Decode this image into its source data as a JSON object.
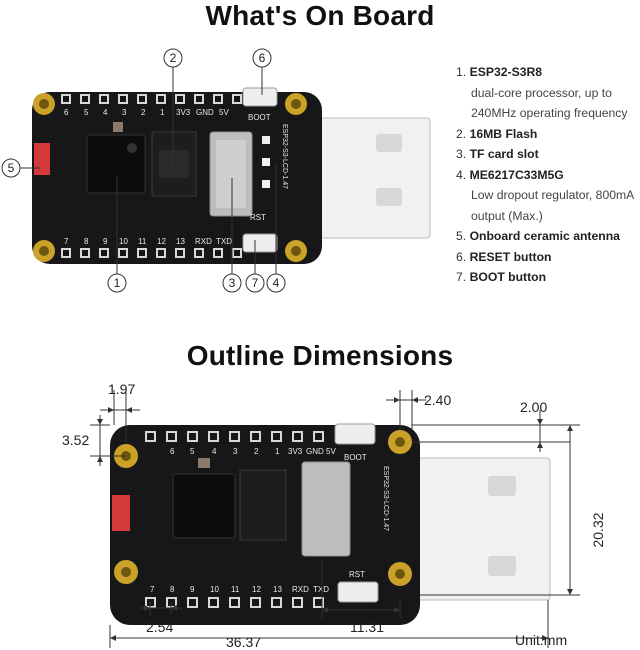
{
  "section1": {
    "title": "What's On Board"
  },
  "section2": {
    "title": "Outline Dimensions"
  },
  "features": [
    {
      "num": "1.",
      "name": "ESP32-S3R8",
      "desc": "dual-core processor, up to 240MHz operating frequency"
    },
    {
      "num": "2.",
      "name": "16MB Flash",
      "desc": ""
    },
    {
      "num": "3.",
      "name": "TF card slot",
      "desc": ""
    },
    {
      "num": "4.",
      "name": "ME6217C33M5G",
      "desc": "Low dropout regulator, 800mA output (Max.)"
    },
    {
      "num": "5.",
      "name": "Onboard ceramic antenna",
      "desc": ""
    },
    {
      "num": "6.",
      "name": "RESET button",
      "desc": ""
    },
    {
      "num": "7.",
      "name": "BOOT button",
      "desc": ""
    }
  ],
  "callouts": [
    "1",
    "2",
    "3",
    "4",
    "5",
    "6",
    "7"
  ],
  "board": {
    "pins_top": [
      "6",
      "5",
      "4",
      "3",
      "2",
      "1",
      "3V3",
      "GND",
      "5V"
    ],
    "pins_bottom": [
      "7",
      "8",
      "9",
      "10",
      "11",
      "12",
      "13",
      "RXD",
      "TXD"
    ],
    "boot_label": "BOOT",
    "rst_label": "RST",
    "model_label": "ESP32-S3-LCD-1.47"
  },
  "dimensions": {
    "d1": "1.97",
    "d2": "3.52",
    "d3": "2.40",
    "d4": "2.00",
    "d5": "20.32",
    "d6": "2.54",
    "d7": "36.37",
    "d8": "11.31",
    "unit": "Unit:mm"
  },
  "colors": {
    "pcb": "#17171a",
    "gold": "#c9a227",
    "usb": "#f2f2f2",
    "antenna": "#d43a3a"
  }
}
